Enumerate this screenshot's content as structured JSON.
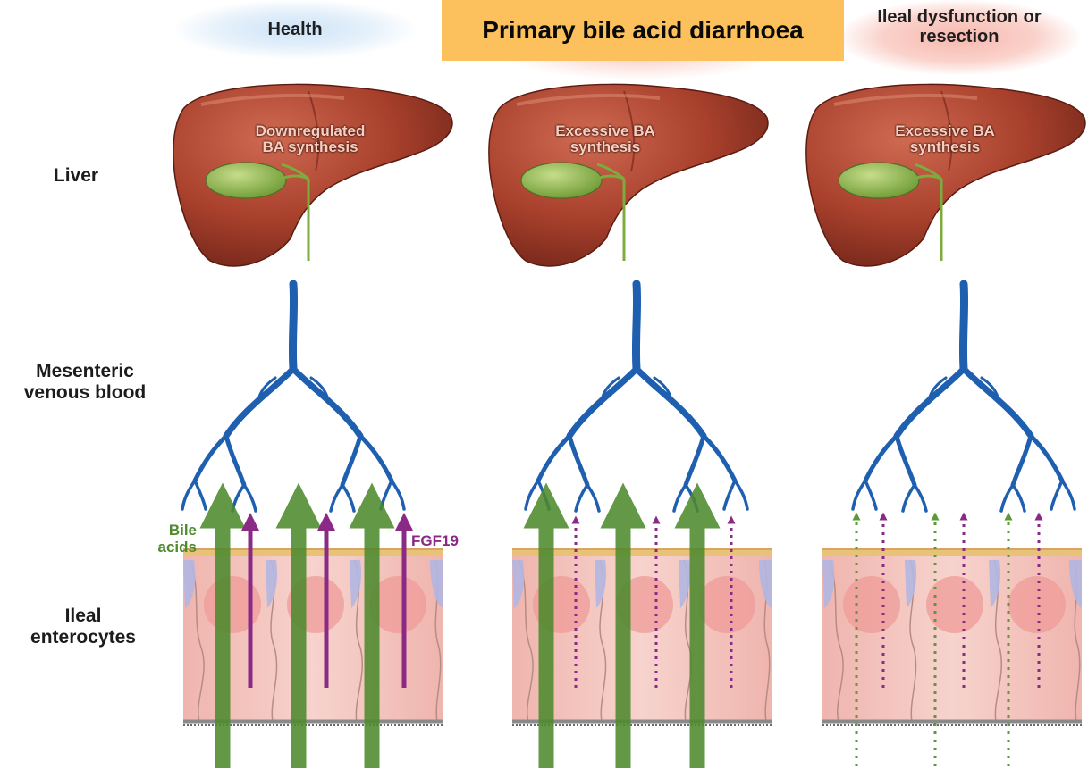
{
  "title": "Primary bile acid diarrhoea",
  "columns": {
    "health": "Health",
    "primary": "Primary bile acid diarrhoea",
    "ileal": "Ileal dysfunction or resection"
  },
  "rows": {
    "liver": "Liver",
    "mesenteric": "Mesenteric venous blood",
    "ileal": "Ileal enterocytes"
  },
  "liver_labels": {
    "health": "Downregulated BA synthesis",
    "primary": "Excessive BA synthesis",
    "ileal": "Excessive BA synthesis"
  },
  "arrow_labels": {
    "bile_acids": "Bile acids",
    "fgf19": "FGF19"
  },
  "colors": {
    "banner": "#fcc15c",
    "liver": "#a8402c",
    "gallbladder": "#8cb64a",
    "vein": "#1f5fb0",
    "bile_acid_arrow": "#4e8a2e",
    "fgf19_arrow": "#8a2a86",
    "enterocyte": "#f4c2bc"
  }
}
